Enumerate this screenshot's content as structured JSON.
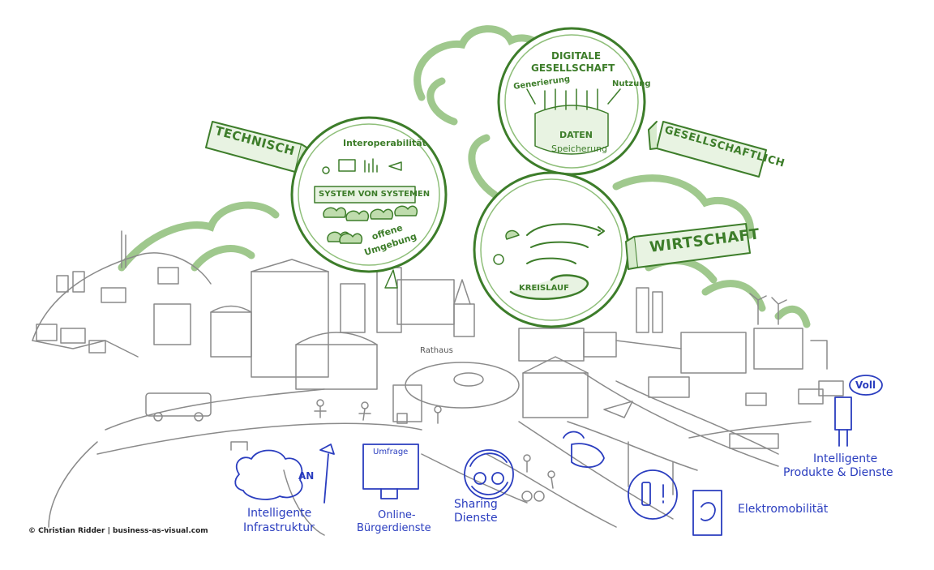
{
  "credit": "© Christian Ridder | business-as-visual.com",
  "lenses": {
    "technisch": {
      "handle": "TECHNISCH",
      "top_text": "Interoperabilität",
      "banner": "SYSTEM VON SYSTEMEN",
      "bottom_text_1": "offene",
      "bottom_text_2": "Umgebung"
    },
    "gesellschaft": {
      "handle": "GESELLSCHAFTLICH",
      "title_1": "DIGITALE",
      "title_2": "GESELLSCHAFT",
      "left": "Generierung",
      "right": "Nutzung",
      "center_1": "DATEN",
      "center_2": "Speicherung"
    },
    "wirtschaft": {
      "handle": "WIRTSCHAFT",
      "loop": "KREISLAUF"
    }
  },
  "city_labels": {
    "rathaus": "Rathaus",
    "an": "AN",
    "umfrage": "Umfrage",
    "voll": "Voll"
  },
  "captions": {
    "infrastruktur_1": "Intelligente",
    "infrastruktur_2": "Infrastruktur",
    "buerger_1": "Online-",
    "buerger_2": "Bürgerdienste",
    "sharing_1": "Sharing",
    "sharing_2": "Dienste",
    "elektro": "Elektromobilität",
    "produkte_1": "Intelligente",
    "produkte_2": "Produkte & Dienste"
  },
  "colors": {
    "green": "#3d7d2a",
    "light_green": "#8fbf7a",
    "blue": "#2a3dbf",
    "sketch_gray": "#8a8a8a"
  }
}
